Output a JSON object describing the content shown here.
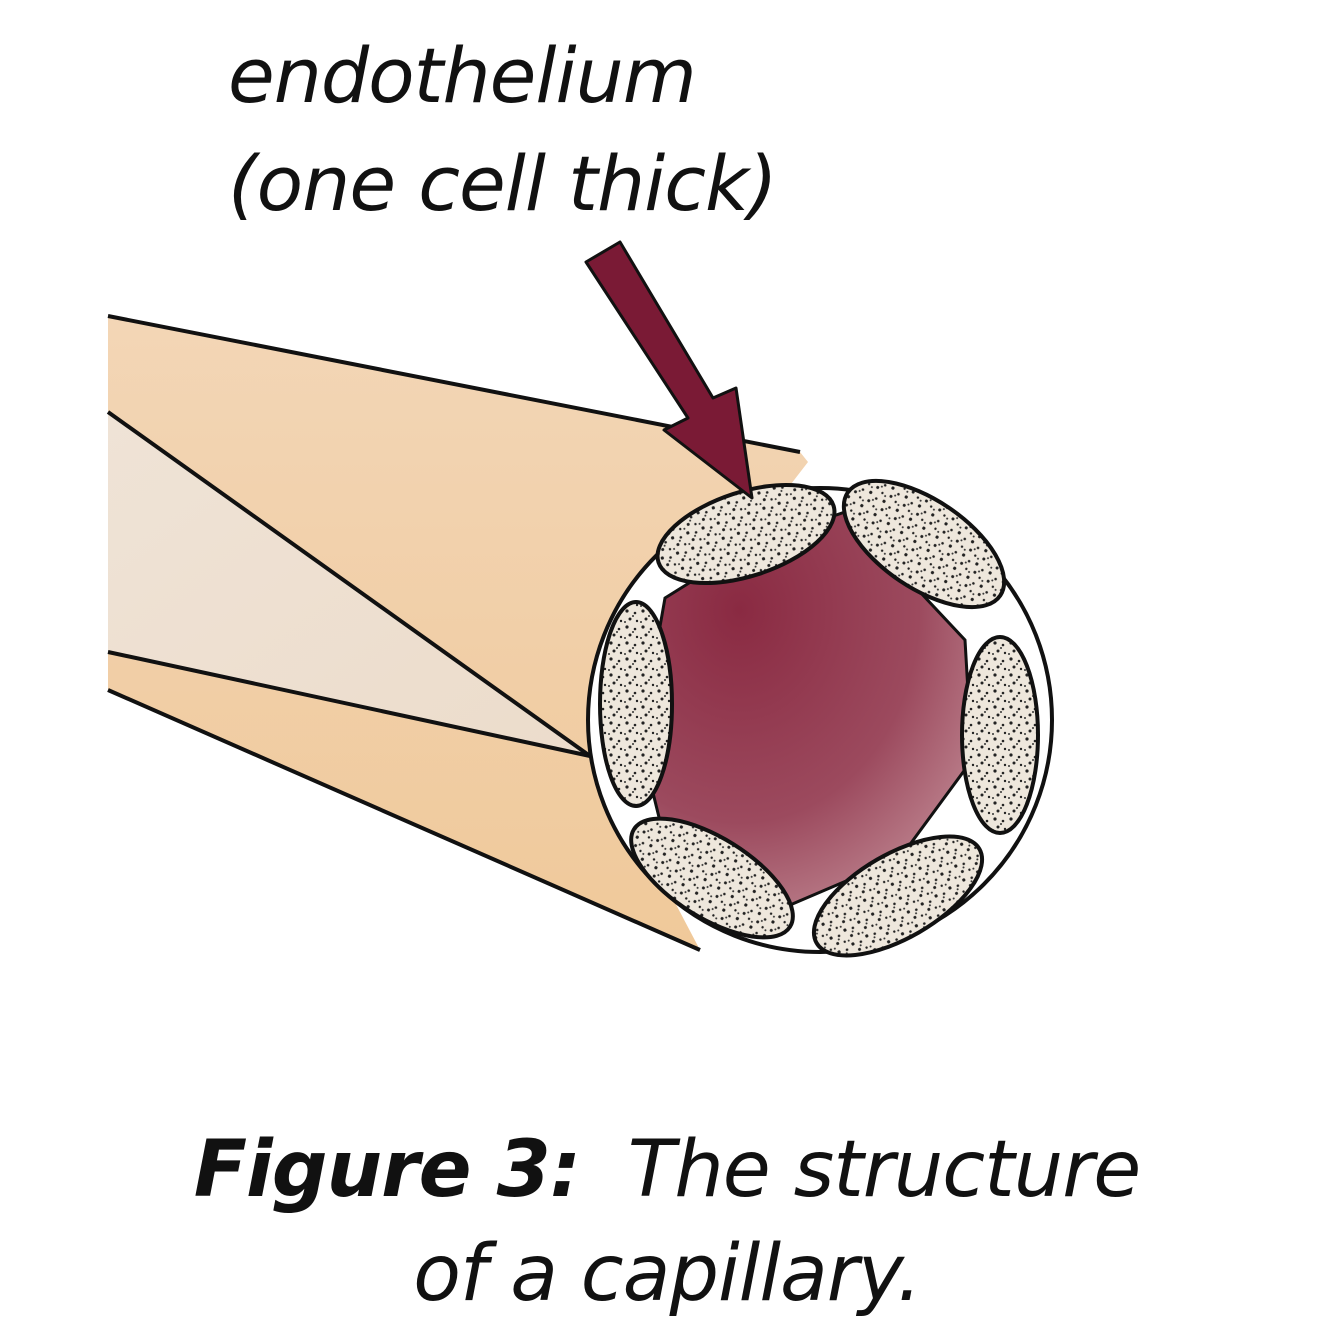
{
  "label": {
    "line1": "endothelium",
    "line2": "(one cell thick)"
  },
  "caption": {
    "figure_number": "Figure 3:",
    "title_part1": "The structure",
    "title_part2": "of a capillary."
  },
  "colors": {
    "tube_outer": "#f2d4b0",
    "tube_inner": "#efe0d2",
    "lumen": "#8e3047",
    "lumen_light": "#b87582",
    "arrow": "#7a1a35",
    "cell_fill": "#eee6da",
    "outline": "#111111"
  }
}
